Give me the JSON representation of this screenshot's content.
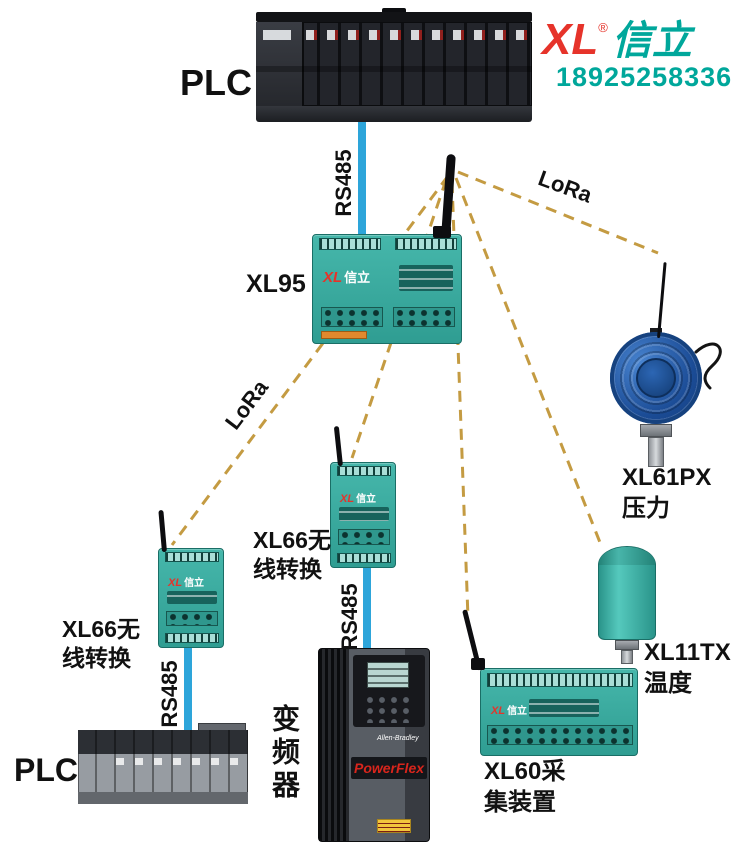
{
  "header": {
    "logo_xl": "XL",
    "logo_reg": "®",
    "logo_brand": "信立",
    "phone": "18925258336"
  },
  "branding": {
    "xl": "XL",
    "xinli": "信立"
  },
  "labels": {
    "plc_top": "PLC",
    "plc_bottom": "PLC",
    "xl95": "XL95",
    "xl66_left_1": "XL66无",
    "xl66_left_2": "线转换",
    "xl66_mid_1": "XL66无",
    "xl66_mid_2": "线转换",
    "xl60_1": "XL60采",
    "xl60_2": "集装置",
    "xl61px_1": "XL61PX",
    "xl61px_2": "压力",
    "xl11tx_1": "XL11TX",
    "xl11tx_2": "温度",
    "vfd": "变频器"
  },
  "connections": {
    "rs485_top": "RS485",
    "rs485_mid": "RS485",
    "rs485_left": "RS485",
    "lora_right": "LoRa",
    "lora_left": "LoRa"
  },
  "vfd_markings": {
    "brand": "PowerFlex",
    "maker": "Allen-Bradley"
  },
  "colors": {
    "lora_line": "#c49b42",
    "rs485_line": "#2da5da",
    "device_teal": "#3aafa4",
    "device_teal_dark": "#1a6e66",
    "brand_red": "#e6332a",
    "brand_teal": "#00a79b",
    "label_black": "#111111"
  }
}
